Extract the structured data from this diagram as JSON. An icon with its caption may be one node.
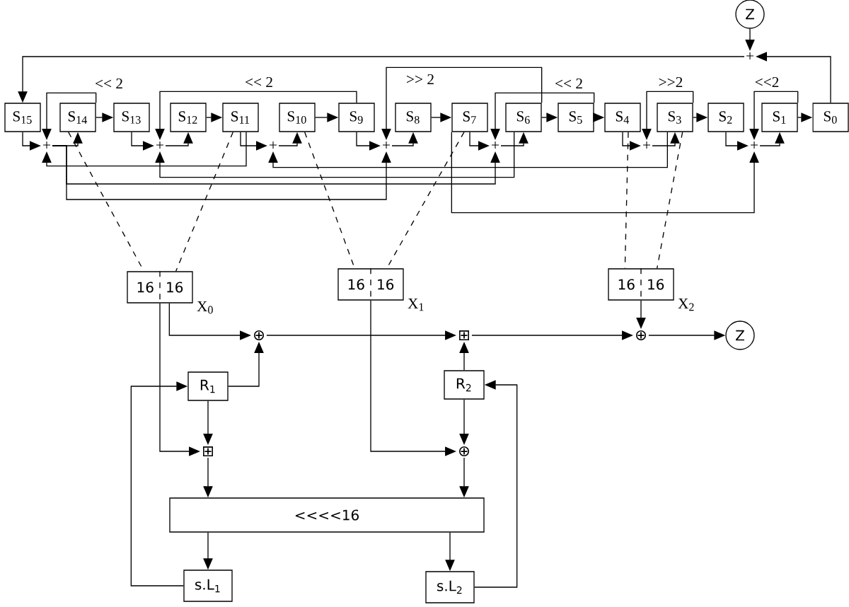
{
  "diagram": {
    "nodes": [
      {
        "text": [
          "Z"
        ]
      },
      {
        "text": [
          "+"
        ]
      },
      {
        "text": [
          "S$_{15}$"
        ]
      },
      {
        "text": [
          "S$_{14}$"
        ]
      },
      {
        "text": [
          "S$_{13}$"
        ]
      },
      {
        "text": [
          "S$_{12}$"
        ]
      },
      {
        "text": [
          "S$_{11}$"
        ]
      },
      {
        "text": [
          "S$_{10}$"
        ]
      },
      {
        "text": [
          "S$_{9}$"
        ]
      },
      {
        "text": [
          "S$_{8}$"
        ]
      },
      {
        "text": [
          "S$_{7}$"
        ]
      },
      {
        "text": [
          "S$_{6}$"
        ]
      },
      {
        "text": [
          "S$_{5}$"
        ]
      },
      {
        "text": [
          "S$_{4}$"
        ]
      },
      {
        "text": [
          "S$_{3}$"
        ]
      },
      {
        "text": [
          "S$_{2}$"
        ]
      },
      {
        "text": [
          "S$_{1}$"
        ]
      },
      {
        "text": [
          "S$_{0}$"
        ]
      },
      {
        "text": [
          "+"
        ]
      },
      {
        "text": [
          "+"
        ]
      },
      {
        "text": [
          "+"
        ]
      },
      {
        "text": [
          "+"
        ]
      },
      {
        "text": [
          "+"
        ]
      },
      {
        "text": [
          "+"
        ]
      },
      {
        "text": [
          "+"
        ]
      },
      {
        "text": [
          "16",
          "16"
        ],
        "beside": [
          "X$_{0}$"
        ]
      },
      {
        "text": [
          "16",
          "16"
        ],
        "beside": [
          "X$_{1}$"
        ]
      },
      {
        "text": [
          "16",
          "16"
        ],
        "beside": [
          "X$_{2}$"
        ]
      },
      {
        "text": [
          "⊕"
        ]
      },
      {
        "text": [
          "⊞"
        ]
      },
      {
        "text": [
          "⊕"
        ]
      },
      {
        "text": [
          "Z"
        ]
      },
      {
        "text": [
          "R$_{1}$"
        ]
      },
      {
        "text": [
          "R$_{2}$"
        ]
      },
      {
        "text": [
          "⊞"
        ]
      },
      {
        "text": [
          "⊕"
        ]
      },
      {
        "text": [
          "<<<<16"
        ]
      },
      {
        "text": [
          "s.L$_{1}$"
        ]
      },
      {
        "text": [
          "s.L$_{2}$"
        ]
      }
    ],
    "edges": [
      {
        "from": 17,
        "to": 1,
        "arrow": "to"
      },
      {
        "from": 0,
        "to": 1,
        "arrow": "to"
      },
      {
        "from": 1,
        "to": 2,
        "arrow": "to"
      },
      {
        "from": 3,
        "to": 4,
        "arrow": "to"
      },
      {
        "from": 5,
        "to": 6,
        "arrow": "to"
      },
      {
        "from": 7,
        "to": 8,
        "arrow": "to"
      },
      {
        "from": 9,
        "to": 10,
        "arrow": "to"
      },
      {
        "from": 11,
        "to": 12,
        "arrow": "to"
      },
      {
        "from": 12,
        "to": 13,
        "arrow": "to"
      },
      {
        "from": 14,
        "to": 15,
        "arrow": "to"
      },
      {
        "from": 16,
        "to": 17,
        "arrow": "to"
      },
      {
        "from": 2,
        "to": 18,
        "arrow": "to"
      },
      {
        "from": 3,
        "to": 18,
        "arrow": "to"
      },
      {
        "from": 18,
        "to": 3,
        "arrow": "to"
      },
      {
        "from": 4,
        "to": 19,
        "arrow": "to"
      },
      {
        "from": 8,
        "to": 19,
        "arrow": "to"
      },
      {
        "from": 19,
        "to": 5,
        "arrow": "to"
      },
      {
        "from": 6,
        "to": 20,
        "arrow": "to"
      },
      {
        "from": 20,
        "to": 7,
        "arrow": "to"
      },
      {
        "from": 8,
        "to": 21,
        "arrow": "to"
      },
      {
        "from": 11,
        "to": 21,
        "arrow": "to"
      },
      {
        "from": 21,
        "to": 9,
        "arrow": "to"
      },
      {
        "from": 10,
        "to": 22,
        "arrow": "to"
      },
      {
        "from": 12,
        "to": 22,
        "arrow": "to"
      },
      {
        "from": 22,
        "to": 11,
        "arrow": "to"
      },
      {
        "from": 13,
        "to": 23,
        "arrow": "to"
      },
      {
        "from": 14,
        "to": 23,
        "arrow": "to"
      },
      {
        "from": 23,
        "to": 14,
        "arrow": "to"
      },
      {
        "from": 15,
        "to": 24,
        "arrow": "to"
      },
      {
        "from": 16,
        "to": 24,
        "arrow": "to"
      },
      {
        "from": 24,
        "to": 16,
        "arrow": "to"
      },
      {
        "from": 6,
        "to": 18,
        "arrow": "to"
      },
      {
        "from": 14,
        "to": 20,
        "arrow": "to"
      },
      {
        "from": 11,
        "to": 19,
        "arrow": "to"
      },
      {
        "from": 18,
        "to": 21,
        "arrow": "to"
      },
      {
        "from": 18,
        "to": 22,
        "arrow": "to"
      },
      {
        "from": 10,
        "to": 24,
        "arrow": "to"
      },
      {
        "from": 3,
        "to": 25,
        "arrow": "none",
        "style": "dashed"
      },
      {
        "from": 6,
        "to": 25,
        "arrow": "none",
        "style": "dashed"
      },
      {
        "from": 7,
        "to": 26,
        "arrow": "none",
        "style": "dashed"
      },
      {
        "from": 10,
        "to": 26,
        "arrow": "none",
        "style": "dashed"
      },
      {
        "from": 13,
        "to": 27,
        "arrow": "none",
        "style": "dashed"
      },
      {
        "from": 14,
        "to": 27,
        "arrow": "none",
        "style": "dashed"
      },
      {
        "from": 25,
        "to": 34,
        "arrow": "to"
      },
      {
        "from": 25,
        "to": 28,
        "arrow": "to"
      },
      {
        "from": 32,
        "to": 28,
        "arrow": "to"
      },
      {
        "from": 32,
        "to": 34,
        "arrow": "to"
      },
      {
        "from": 34,
        "to": 36,
        "arrow": "to"
      },
      {
        "from": 28,
        "to": 29,
        "arrow": "to"
      },
      {
        "from": 33,
        "to": 29,
        "arrow": "to"
      },
      {
        "from": 33,
        "to": 35,
        "arrow": "to"
      },
      {
        "from": 26,
        "to": 35,
        "arrow": "to"
      },
      {
        "from": 35,
        "to": 36,
        "arrow": "to"
      },
      {
        "from": 29,
        "to": 30,
        "arrow": "to"
      },
      {
        "from": 27,
        "to": 30,
        "arrow": "to"
      },
      {
        "from": 30,
        "to": 31,
        "arrow": "to"
      },
      {
        "from": 36,
        "to": 37,
        "arrow": "to"
      },
      {
        "from": 36,
        "to": 38,
        "arrow": "to"
      },
      {
        "from": 37,
        "to": 32,
        "arrow": "to"
      },
      {
        "from": 38,
        "to": 33,
        "arrow": "to"
      }
    ],
    "labels": [
      "<< 2",
      "<< 2",
      ">> 2",
      "<< 2",
      ">>2",
      "<<2"
    ]
  }
}
